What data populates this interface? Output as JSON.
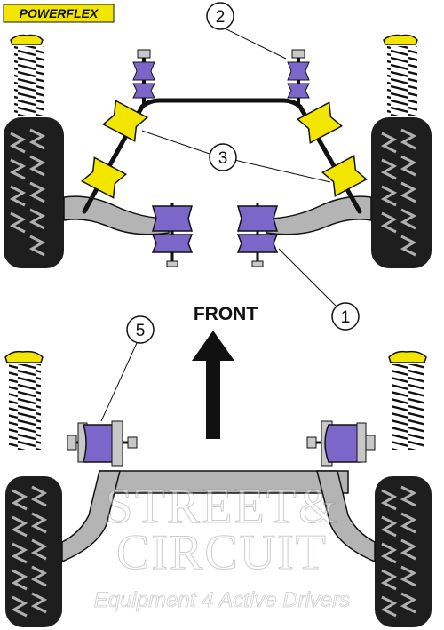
{
  "brand": {
    "logo_text": "POWERFLEX",
    "colors": {
      "logo_bg": "#f2e600",
      "logo_text": "#111111"
    }
  },
  "direction_label": "FRONT",
  "callouts": [
    {
      "number": "1",
      "name": "callout-1"
    },
    {
      "number": "2",
      "name": "callout-2"
    },
    {
      "number": "3",
      "name": "callout-3"
    },
    {
      "number": "5",
      "name": "callout-5"
    }
  ],
  "watermark": {
    "line1": "STREET&",
    "line2": "CIRCUIT",
    "tagline": "Equipment 4 Active Drivers"
  },
  "colors": {
    "bushing_purple": "#7b67c9",
    "bushing_purple_light": "#a896e6",
    "bushing_yellow": "#f2e600",
    "arm_grey": "#b4b4b4",
    "tyre_dark": "#1e1e1e",
    "tread_grey": "#b0b0b0",
    "outline": "#111111"
  }
}
